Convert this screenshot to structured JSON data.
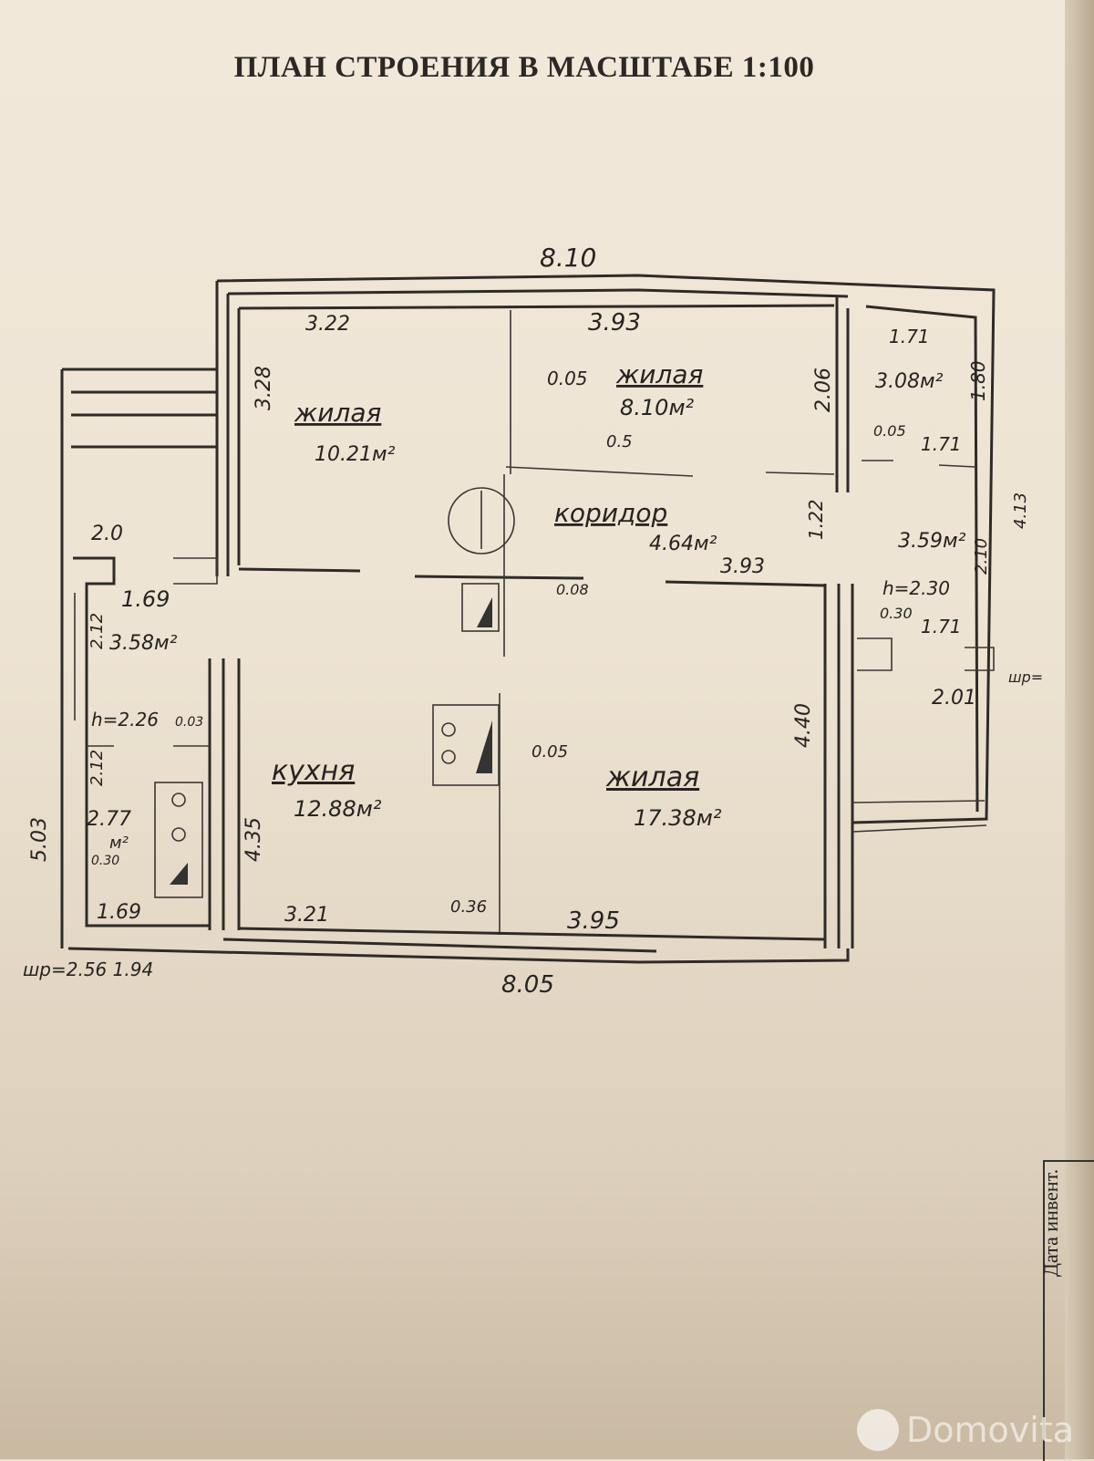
{
  "title": "ПЛАН СТРОЕНИЯ В МАСШТАБЕ 1:100",
  "dimensions": {
    "top_total": "8.10",
    "bottom_total": "8.05",
    "left_total": "5.03",
    "room1_width": "3.22",
    "room1_height": "3.28",
    "room2_width": "3.93",
    "room2_height": "2.06",
    "room3_width": "1.71",
    "room3_side": "1.80",
    "corridor_width": "3.93",
    "corridor_height": "1.22",
    "right_hall_width": "1.71",
    "right_hall_height": "4.13",
    "right_hall_inner": "2.10",
    "right_bottom_width": "1.71",
    "porch_width": "2.01",
    "vestibule_width": "2.0",
    "vestibule_inner": "1.69",
    "vestibule_height": "2.12",
    "pantry_height": "2.12",
    "pantry_width": "1.69",
    "kitchen_width": "3.21",
    "kitchen_height": "4.35",
    "living_large_width": "3.95",
    "living_large_height": "4.40",
    "door_a": "0.05",
    "door_b": "0.5",
    "door_c": "0.05",
    "door_d": "0.08",
    "door_e": "0.03",
    "door_f": "0.30",
    "door_g": "0.05",
    "door_h": "0.36",
    "door_i": "0.30"
  },
  "heights": {
    "right_hall": "h=2.30",
    "vestibule": "h=2.26",
    "porch_note": "шр=",
    "footer_note": "шр=2.56 1.94"
  },
  "rooms": [
    {
      "name": "жилая",
      "area": "10.21м²"
    },
    {
      "name": "жилая",
      "area": "8.10м²"
    },
    {
      "name": "",
      "area": "3.08м²"
    },
    {
      "name": "коридор",
      "area": "4.64м²"
    },
    {
      "name": "",
      "area": "3.59м²"
    },
    {
      "name": "",
      "area": "3.58м²"
    },
    {
      "name": "",
      "area": "2.77",
      "unit": "м²"
    },
    {
      "name": "кухня",
      "area": "12.88м²"
    },
    {
      "name": "жилая",
      "area": "17.38м²"
    }
  ],
  "stamp": {
    "label": "Дата инвент."
  },
  "watermark": "Domovita"
}
